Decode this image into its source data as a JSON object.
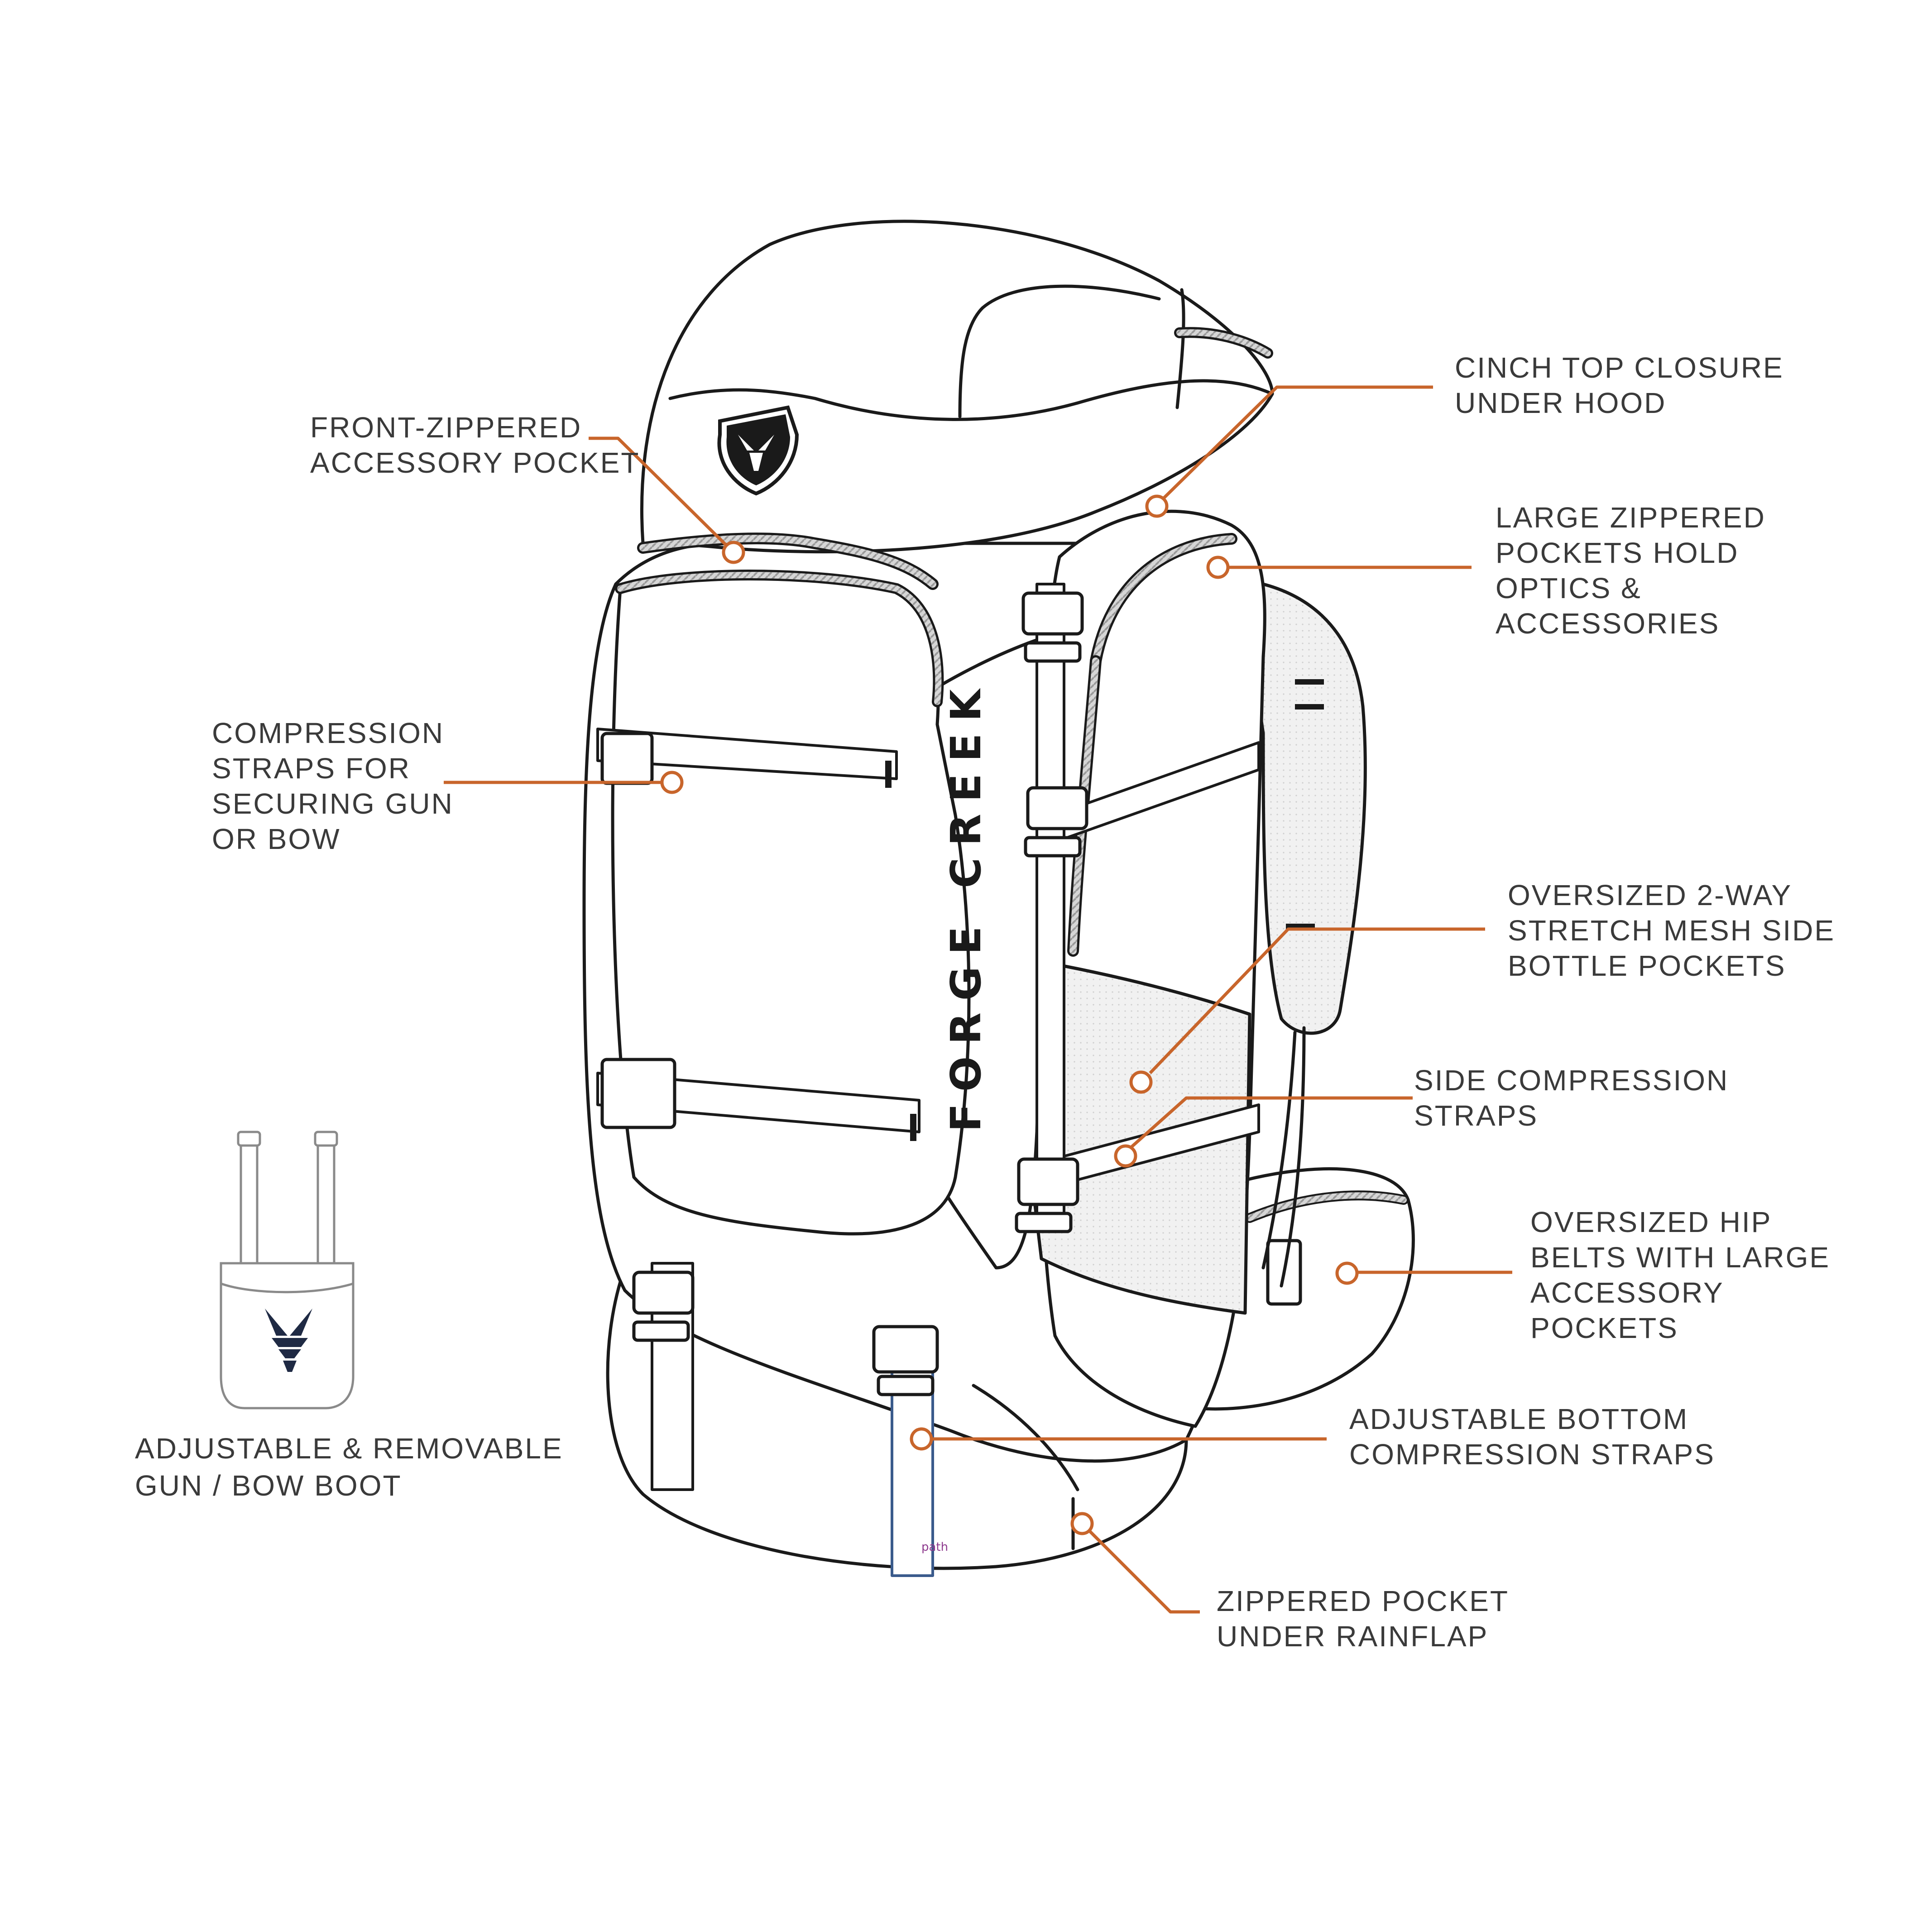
{
  "brand": {
    "name": "FORGE CREEK",
    "strap_tag": "path"
  },
  "colors": {
    "leader": "#c8652b",
    "outline": "#1a1a1a",
    "text": "#3a3a3a",
    "zipper": "#a8a8a8",
    "mesh": "#ececec",
    "logo": "#1f2a44"
  },
  "callouts": [
    {
      "id": "front-zippered-pocket",
      "lines": [
        "FRONT-ZIPPERED",
        "ACCESSORY POCKET"
      ]
    },
    {
      "id": "cinch-top",
      "lines": [
        "CINCH TOP CLOSURE",
        "UNDER HOOD"
      ]
    },
    {
      "id": "large-zippered-pockets",
      "lines": [
        "LARGE ZIPPERED",
        "POCKETS HOLD",
        "OPTICS &",
        "ACCESSORIES"
      ]
    },
    {
      "id": "compression-straps",
      "lines": [
        "COMPRESSION",
        "STRAPS FOR",
        "SECURING GUN",
        "OR BOW"
      ]
    },
    {
      "id": "bottle-pockets",
      "lines": [
        "OVERSIZED 2-WAY",
        "STRETCH MESH SIDE",
        "BOTTLE POCKETS"
      ]
    },
    {
      "id": "side-compression",
      "lines": [
        "SIDE COMPRESSION",
        "STRAPS"
      ]
    },
    {
      "id": "hip-belts",
      "lines": [
        "OVERSIZED HIP",
        "BELTS WITH LARGE",
        "ACCESSORY",
        "POCKETS"
      ]
    },
    {
      "id": "bottom-compression",
      "lines": [
        "ADJUSTABLE BOTTOM",
        "COMPRESSION STRAPS"
      ]
    },
    {
      "id": "rainflap-pocket",
      "lines": [
        "ZIPPERED POCKET",
        "UNDER RAINFLAP"
      ]
    }
  ],
  "boot": {
    "caption_lines": [
      "ADJUSTABLE & REMOVABLE",
      "GUN / BOW BOOT"
    ],
    "logo_icon": "deer-antler-logo-icon"
  }
}
